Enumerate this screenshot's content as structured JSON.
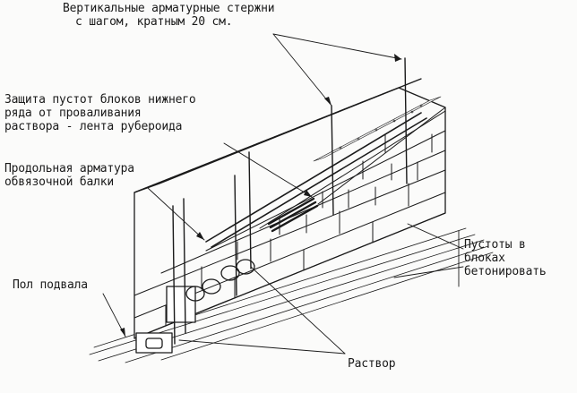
{
  "labels": {
    "rebar_vertical": [
      "Вертикальные арматурные стержни",
      "с шагом, кратным 20 см."
    ],
    "void_protection": [
      "Защита пустот блоков нижнего",
      "ряда от проваливания",
      "раствора - лента рубероида"
    ],
    "longitudinal_rebar": [
      "Продольная арматура",
      "обвязочной балки"
    ],
    "basement_floor": [
      "Пол подвала"
    ],
    "voids_concrete": [
      "Пустоты в",
      "блоках",
      "бетонировать"
    ],
    "mortar": [
      "Раствор"
    ]
  },
  "colors": {
    "ink": "#1a1a1a",
    "paper": "#fbfbfa"
  }
}
